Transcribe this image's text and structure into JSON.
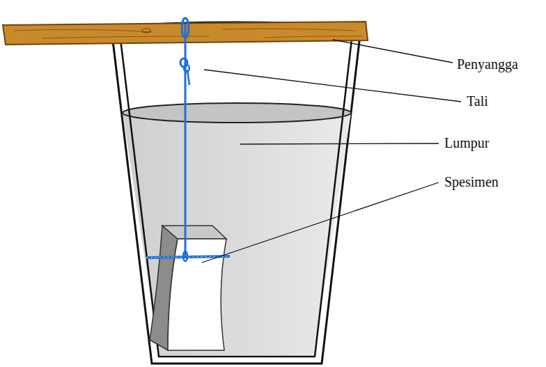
{
  "diagram": {
    "labels": [
      "Penyangga",
      "Tali",
      "Lumpur",
      "Spesimen"
    ]
  }
}
